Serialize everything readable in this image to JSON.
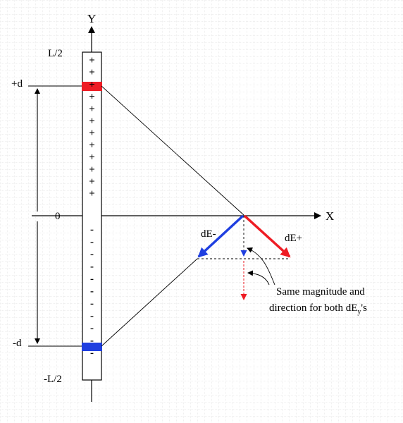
{
  "axes": {
    "x_label": "X",
    "y_label": "Y",
    "origin_label": "0"
  },
  "rod": {
    "top_label": "L/2",
    "bottom_label": "-L/2",
    "plus_sign": "+",
    "minus_sign": "-",
    "plus_count": 12,
    "minus_count": 11
  },
  "distances": {
    "plus_d": "+d",
    "minus_d": "-d"
  },
  "vectors": {
    "de_plus": "dE+",
    "de_minus": "dE-"
  },
  "annotation": {
    "line1": "Same magnitude and",
    "line2_prefix": "direction for both dE",
    "line2_sub": "y",
    "line2_suffix": "'s"
  },
  "colors": {
    "positive": "#ee1c24",
    "negative": "#1f3fe0",
    "component_positive": "#ee1c24",
    "component_negative": "#1f3fe0",
    "grid": "#dcdcdc",
    "ink": "#000000"
  }
}
